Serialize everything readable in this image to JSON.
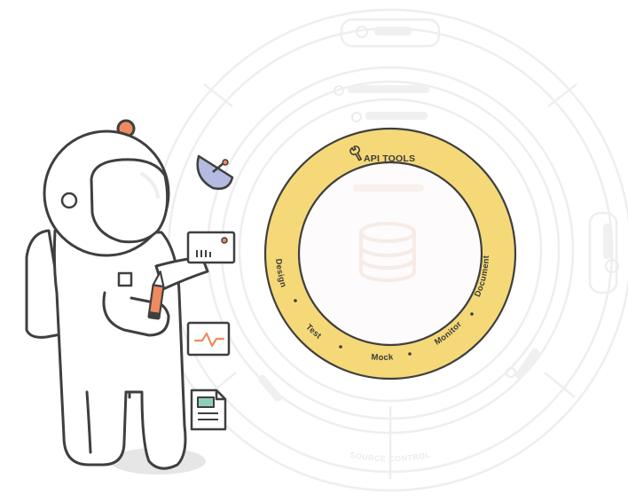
{
  "hub": {
    "title": "API TOOLS",
    "title_icon": "wrench-icon",
    "center_icon": "database-icon",
    "ring_color": "#f5d978",
    "ring_stroke": "#3f3f3f",
    "tools": [
      "Design",
      "Test",
      "Mock",
      "Monitor",
      "Document"
    ]
  },
  "outer_ring_labels": [
    "SOURCE CONTROL"
  ],
  "astronaut": {
    "accent_color": "#ef8b5f",
    "floating_icons": [
      "satellite-dish-icon",
      "api-card-icon",
      "monitor-graph-icon",
      "document-icon"
    ]
  }
}
